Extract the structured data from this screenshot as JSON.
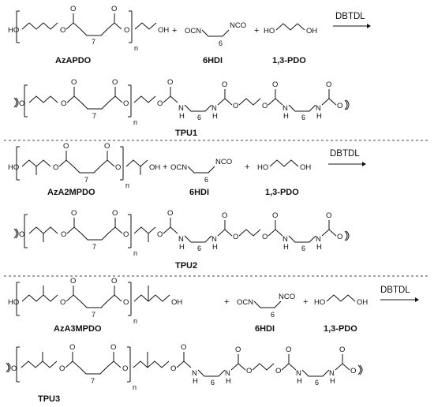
{
  "catalyst": "DBTDL",
  "plus": "+",
  "rows": [
    {
      "polyol": "AzAPDO",
      "diisocyanate": "6HDI",
      "extender": "1,3-PDO",
      "product": "TPU1"
    },
    {
      "polyol": "AzA2MPDO",
      "diisocyanate": "6HDI",
      "extender": "1,3-PDO",
      "product": "TPU2"
    },
    {
      "polyol": "AzA3MPDO",
      "diisocyanate": "6HDI",
      "extender": "1,3-PDO",
      "product": "TPU3"
    }
  ],
  "atoms": {
    "HO": "HO",
    "OH": "OH",
    "O": "O",
    "H": "H",
    "N": "N",
    "OCN": "OCN",
    "NCO": "NCO",
    "n": "n",
    "seven": "7",
    "six": "6"
  }
}
